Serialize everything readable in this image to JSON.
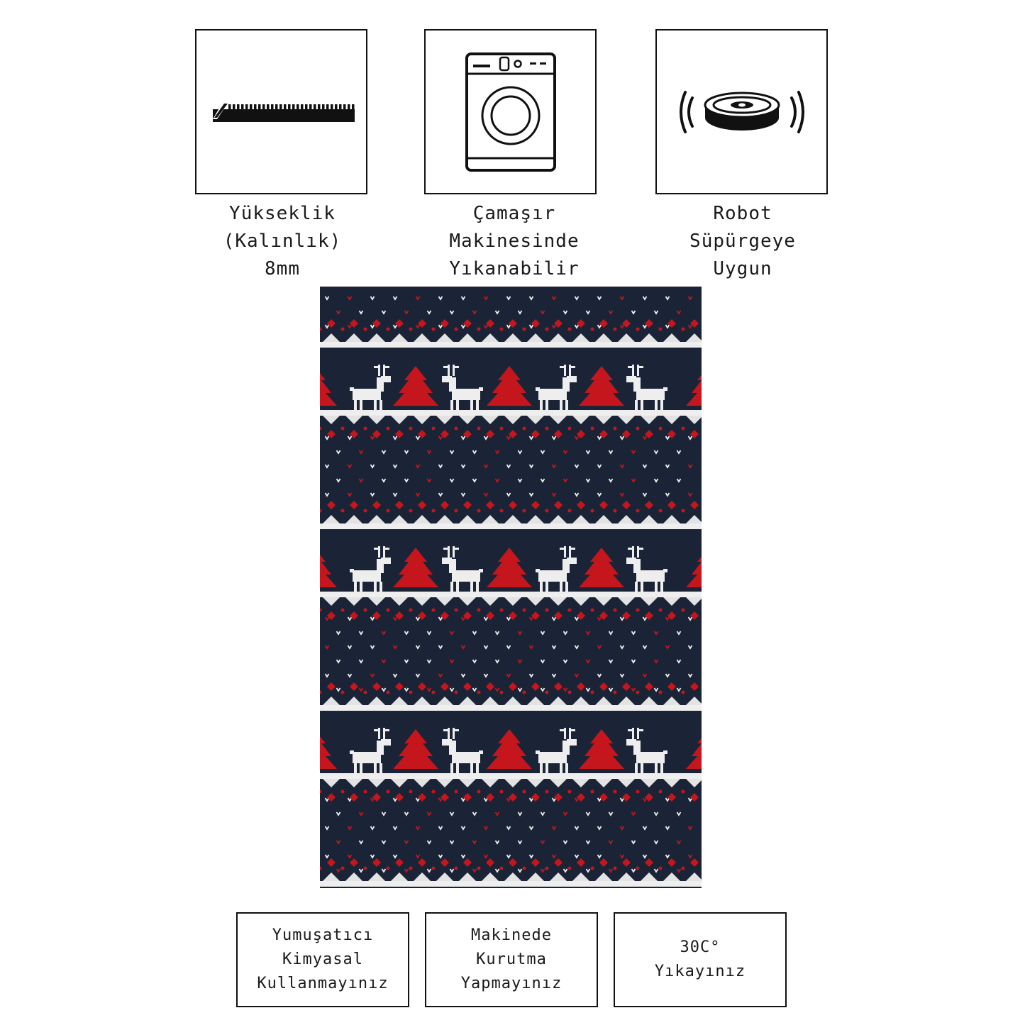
{
  "features": [
    {
      "icon": "carpet-thickness-icon",
      "lines": [
        "Yükseklik",
        "(Kalınlık)",
        "8mm"
      ]
    },
    {
      "icon": "washing-machine-icon",
      "lines": [
        "Çamaşır",
        "Makinesinde",
        "Yıkanabilir"
      ]
    },
    {
      "icon": "robot-vacuum-icon",
      "lines": [
        "Robot",
        "Süpürgeye",
        "Uygun"
      ]
    }
  ],
  "rug": {
    "pattern": "nordic-knit-reindeer",
    "colors": {
      "background": "#1b2436",
      "red": "#c4161c",
      "white": "#eeeeee"
    }
  },
  "care": [
    {
      "lines": [
        "Yumuşatıcı",
        "Kimyasal",
        "Kullanmayınız"
      ]
    },
    {
      "lines": [
        "Makinede",
        "Kurutma",
        "Yapmayınız"
      ]
    },
    {
      "lines": [
        "30C°",
        "Yıkayınız"
      ]
    }
  ]
}
